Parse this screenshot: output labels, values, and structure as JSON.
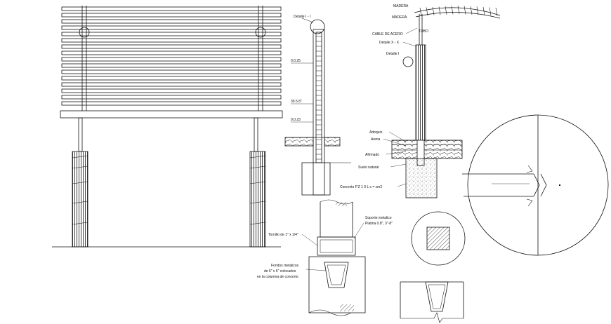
{
  "labels": {
    "detalle_top": "Detalle I - I",
    "dim_1": "0.0.25",
    "dim_2": "30.5.8\"",
    "dim_3": "0.0.23",
    "madera": "MADERA",
    "madera_2": "MADERA",
    "tubo": "TUBO",
    "cable_acero": "CABLE DE ACERO",
    "detalle_x": "Detalle X - X",
    "detalle_i": "Detalle I",
    "adoquin": "Adoquin",
    "arena": "Arena",
    "afirmado": "Afirmado",
    "suelo_natural": "Suelo natural",
    "concreto": "Concreto F'Z 1 0 L c = cm2",
    "tornillo": "Tornillo de 1\" x 1/4\"",
    "soporte_1": "Soporte metalico",
    "soporte_2": "Platina 0.8\", 3\"-8\"",
    "fondos_1": "Fondos metalicos",
    "fondos_2": "de 6\" x 6\" colocados",
    "fondos_3": "en la columna de concreto"
  }
}
